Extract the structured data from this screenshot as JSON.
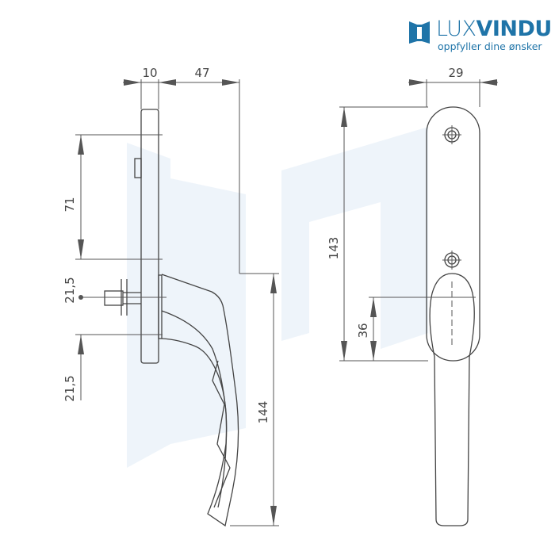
{
  "logo": {
    "part1": "LUX",
    "part2": "VINDU",
    "tagline": "oppfyller dine ønsker",
    "color": "#1f74a8",
    "icon": "window-logo-icon"
  },
  "dimensions": {
    "plate_thickness": "10",
    "handle_projection": "47",
    "plate_width": "29",
    "upper_to_spindle": "71",
    "spindle_above": "21,5",
    "spindle_below": "21,5",
    "handle_length": "144",
    "plate_height": "143",
    "spindle_to_bottom": "36"
  }
}
